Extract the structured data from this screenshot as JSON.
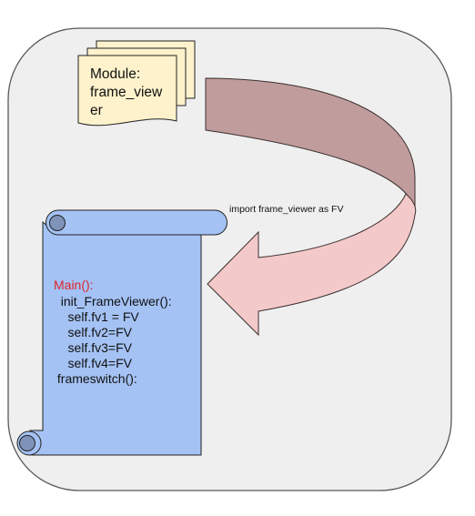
{
  "module": {
    "lines": [
      "Module:",
      "frame_view",
      "er"
    ]
  },
  "arrow_label": "import frame_viewer as FV",
  "scroll": {
    "heading": "Main():",
    "lines": [
      "  init_FrameViewer():",
      "    self.fv1 = FV",
      "    self.fv2=FV",
      "    self.fv3=FV",
      "    self.fv4=FV",
      "",
      " frameswitch():"
    ]
  },
  "colors": {
    "panel_fill": "#efefef",
    "panel_stroke": "#595959",
    "doc_fill": "#fdf2cc",
    "arrow_dark": "#c09c9c",
    "arrow_light": "#f4c9c9",
    "scroll_fill": "#a4c2f4",
    "scroll_curl": "#7f93b9",
    "heading_color": "#e0262f",
    "text_color": "#111111"
  }
}
